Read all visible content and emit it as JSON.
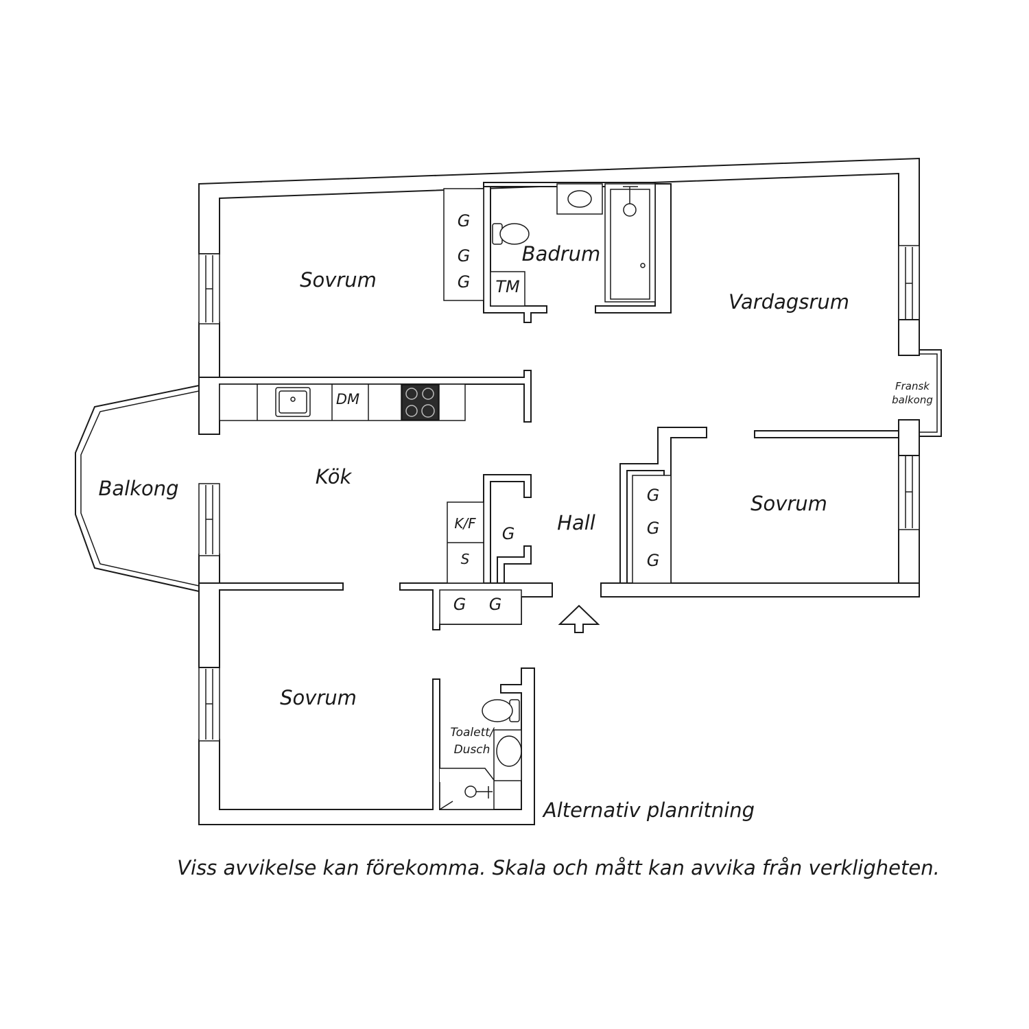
{
  "rooms": {
    "sovrum_top": "Sovrum",
    "badrum": "Badrum",
    "vardagsrum": "Vardagsrum",
    "kok": "Kök",
    "balkong": "Balkong",
    "hall": "Hall",
    "sovrum_right": "Sovrum",
    "sovrum_bottom": "Sovrum",
    "toalett_line1": "Toalett/",
    "toalett_line2": "Dusch",
    "fransk_line1": "Fransk",
    "fransk_line2": "balkong"
  },
  "fixtures": {
    "wardrobe": "G",
    "tm": "TM",
    "dm": "DM",
    "kf": "K/F",
    "s": "S"
  },
  "caption": "Alternativ planritning",
  "disclaimer": "Viss avvikelse kan förekomma. Skala och mått kan avvika från verkligheten."
}
